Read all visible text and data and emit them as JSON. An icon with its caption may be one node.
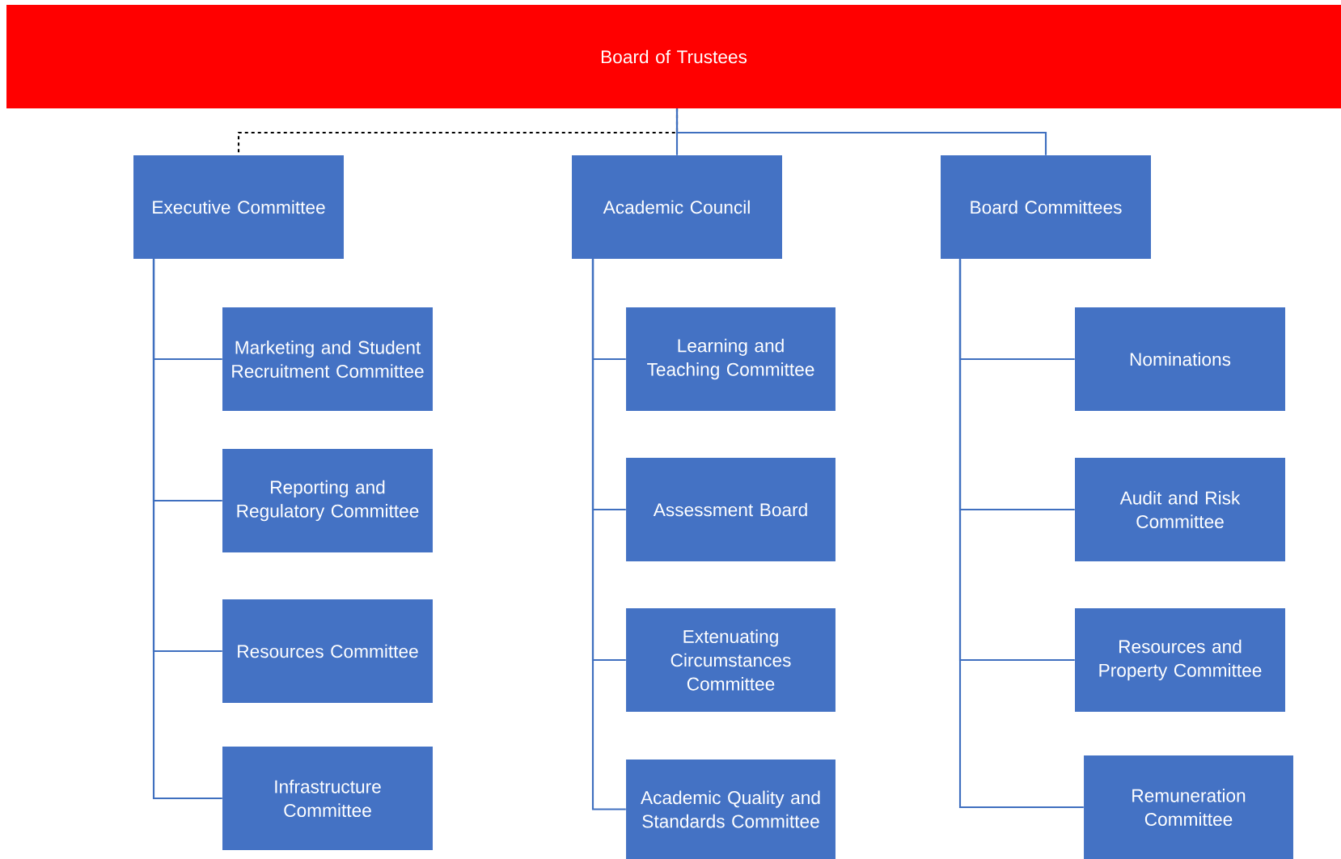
{
  "diagram": {
    "nodes": [
      {
        "text": [
          "Board of Trustees"
        ]
      },
      {
        "text": [
          "Executive Committee"
        ]
      },
      {
        "text": [
          "Academic Council"
        ]
      },
      {
        "text": [
          "Board Committees"
        ]
      },
      {
        "text": [
          "Marketing and Student Recruitment Committee"
        ]
      },
      {
        "text": [
          "Reporting and Regulatory Committee"
        ]
      },
      {
        "text": [
          "Resources Committee"
        ]
      },
      {
        "text": [
          "Infrastructure Committee"
        ]
      },
      {
        "text": [
          "Learning and Teaching Committee"
        ]
      },
      {
        "text": [
          "Assessment Board"
        ]
      },
      {
        "text": [
          "Extenuating Circumstances Committee"
        ]
      },
      {
        "text": [
          "Academic Quality and Standards Committee"
        ]
      },
      {
        "text": [
          "Nominations"
        ]
      },
      {
        "text": [
          "Audit and Risk Committee"
        ]
      },
      {
        "text": [
          "Resources and Property Committee"
        ]
      },
      {
        "text": [
          "Remuneration Committee"
        ]
      }
    ],
    "edges": [
      {
        "from": 0,
        "to": 1,
        "arrow": "none",
        "style": "dashed",
        "color": "#000000"
      },
      {
        "from": 0,
        "to": 2,
        "arrow": "none"
      },
      {
        "from": 0,
        "to": 3,
        "arrow": "none"
      },
      {
        "from": 1,
        "to": 4,
        "arrow": "none"
      },
      {
        "from": 1,
        "to": 5,
        "arrow": "none"
      },
      {
        "from": 1,
        "to": 6,
        "arrow": "none"
      },
      {
        "from": 1,
        "to": 7,
        "arrow": "none"
      },
      {
        "from": 2,
        "to": 8,
        "arrow": "none"
      },
      {
        "from": 2,
        "to": 9,
        "arrow": "none"
      },
      {
        "from": 2,
        "to": 10,
        "arrow": "none"
      },
      {
        "from": 2,
        "to": 11,
        "arrow": "none"
      },
      {
        "from": 3,
        "to": 12,
        "arrow": "none"
      },
      {
        "from": 3,
        "to": 13,
        "arrow": "none"
      },
      {
        "from": 3,
        "to": 14,
        "arrow": "none"
      },
      {
        "from": 3,
        "to": 15,
        "arrow": "none"
      }
    ]
  }
}
